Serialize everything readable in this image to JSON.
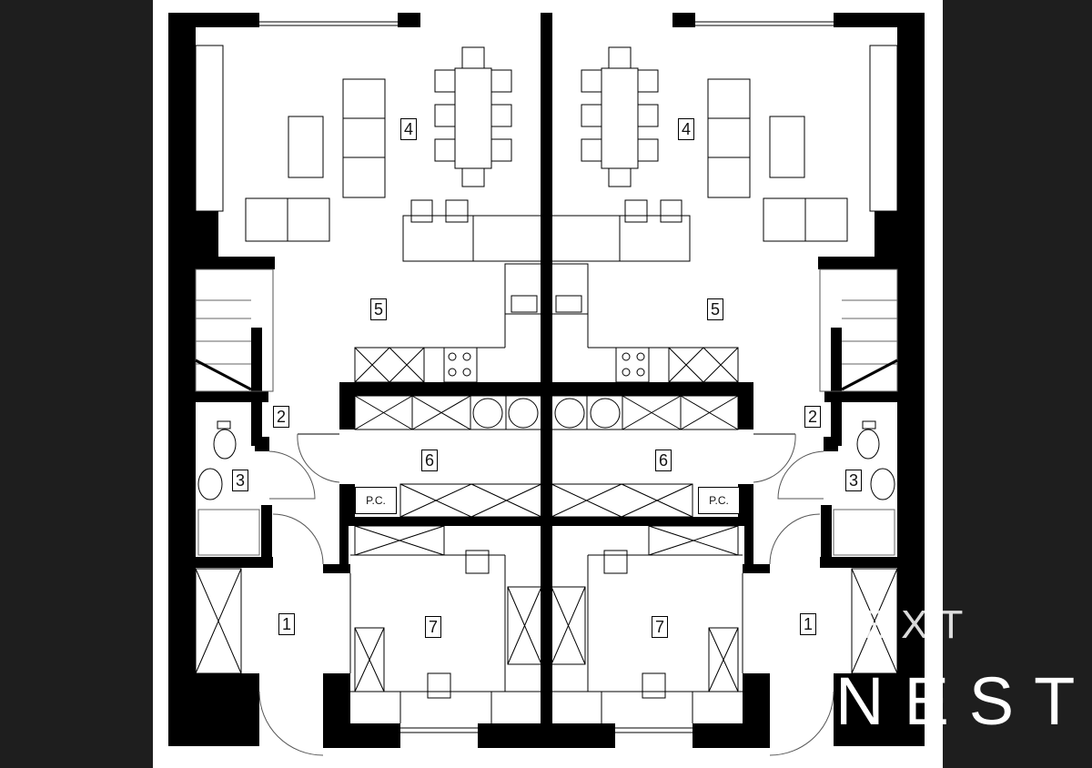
{
  "plan": {
    "left_unit": {
      "rooms": [
        "1",
        "2",
        "3",
        "4",
        "5",
        "6",
        "7"
      ],
      "closet": "P.C."
    },
    "right_unit": {
      "rooms": [
        "1",
        "2",
        "3",
        "4",
        "5",
        "6",
        "7"
      ],
      "closet": "P.C."
    }
  },
  "watermark": {
    "top": "NEXT",
    "bottom": "NEST"
  },
  "colors": {
    "background": "#1e1e1e",
    "sheet": "#ffffff",
    "wall": "#000000"
  }
}
